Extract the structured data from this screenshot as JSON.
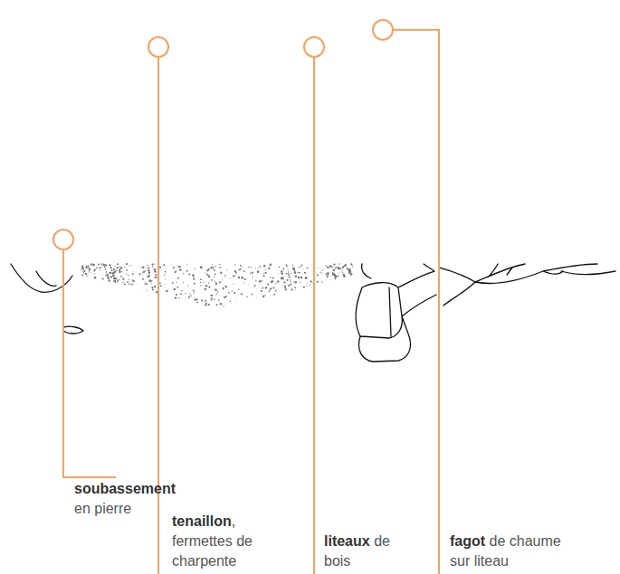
{
  "diagram": {
    "labels": [
      "soubassement",
      "en pierre",
      "tenaillon",
      ", fermettes de charpente",
      "liteaux",
      "de bois",
      "fagot",
      "de chaume sur liteau"
    ]
  }
}
